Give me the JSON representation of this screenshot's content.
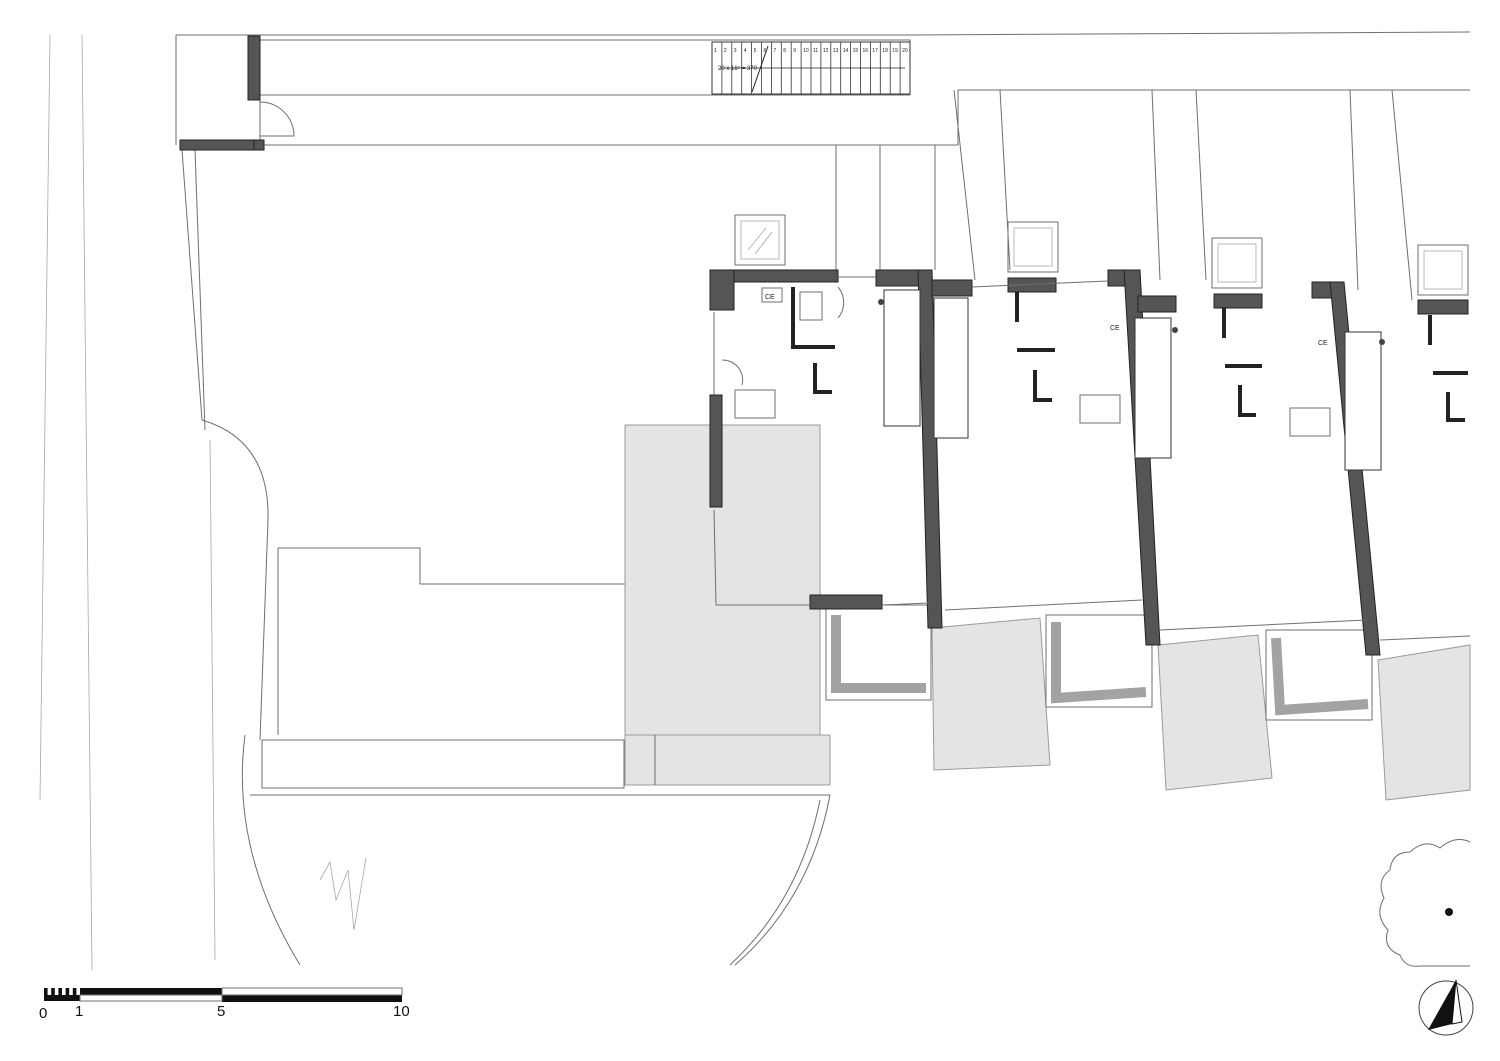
{
  "plan": {
    "room_labels": [
      "CE",
      "CE",
      "CE"
    ],
    "stair_note": "20 x 16⁵ = 370",
    "stair_steps": [
      "1",
      "2",
      "3",
      "4",
      "5",
      "6",
      "7",
      "8",
      "9",
      "10",
      "11",
      "12",
      "13",
      "14",
      "15",
      "16",
      "17",
      "18",
      "19",
      "20"
    ]
  },
  "scale_bar": {
    "labels": [
      "0",
      "1",
      "5",
      "10"
    ]
  },
  "north_arrow": {
    "icon": "north-arrow-icon"
  },
  "colors": {
    "wall": "#555555",
    "line": "#6f6f6f",
    "deck": "#e4e4e4",
    "planter": "#a3a3a3"
  }
}
